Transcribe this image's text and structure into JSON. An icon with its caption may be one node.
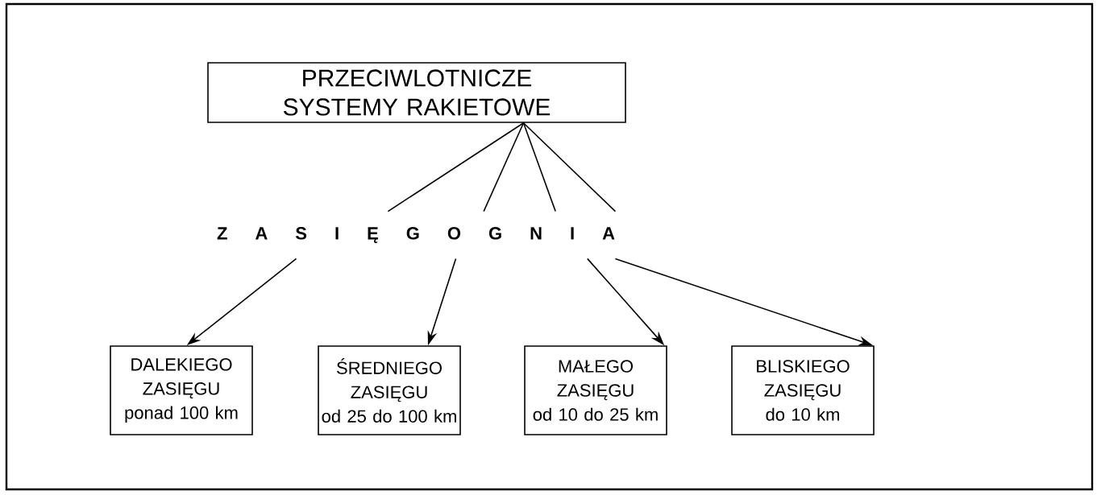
{
  "diagram": {
    "nodes": [
      {
        "text": [
          "PRZECIWLOTNICZE SYSTEMY RAKIETOWE"
        ]
      },
      {
        "text": [
          "Z A S I Ę G O G N I A"
        ]
      },
      {
        "text": [
          "DALEKIEGO ZASIĘGU",
          "ponad 100 km"
        ]
      },
      {
        "text": [
          "ŚREDNIEGO ZASIĘGU",
          "od 25 do 100 km"
        ]
      },
      {
        "text": [
          "MAŁEGO ZASIĘGU",
          "od 10 do 25 km"
        ]
      },
      {
        "text": [
          "BLISKIEGO ZASIĘGU",
          "do 10 km"
        ]
      }
    ],
    "edges": [
      {
        "from": 0,
        "to": 1,
        "arrow": "none"
      },
      {
        "from": 0,
        "to": 1,
        "arrow": "none"
      },
      {
        "from": 0,
        "to": 1,
        "arrow": "none"
      },
      {
        "from": 0,
        "to": 1,
        "arrow": "none"
      },
      {
        "from": 1,
        "to": 2,
        "arrow": "to"
      },
      {
        "from": 1,
        "to": 3,
        "arrow": "to"
      },
      {
        "from": 1,
        "to": 4,
        "arrow": "to"
      },
      {
        "from": 1,
        "to": 5,
        "arrow": "to"
      }
    ]
  }
}
